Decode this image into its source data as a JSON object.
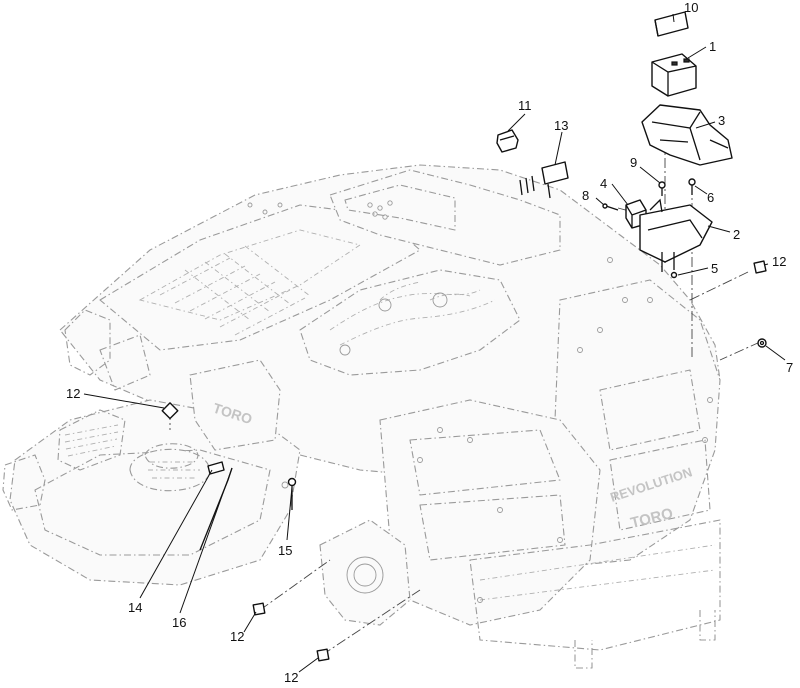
{
  "callouts": {
    "c1": "1",
    "c2": "2",
    "c3": "3",
    "c4": "4",
    "c5": "5",
    "c6": "6",
    "c7": "7",
    "c8": "8",
    "c9": "9",
    "c10": "10",
    "c11": "11",
    "c12a": "12",
    "c12b": "12",
    "c12c": "12",
    "c12d": "12",
    "c13": "13",
    "c14": "14",
    "c15": "15",
    "c16": "16"
  },
  "decals": {
    "brand_front": "TORO",
    "brand_rear": "TORO",
    "model": "REVOLUTION"
  }
}
